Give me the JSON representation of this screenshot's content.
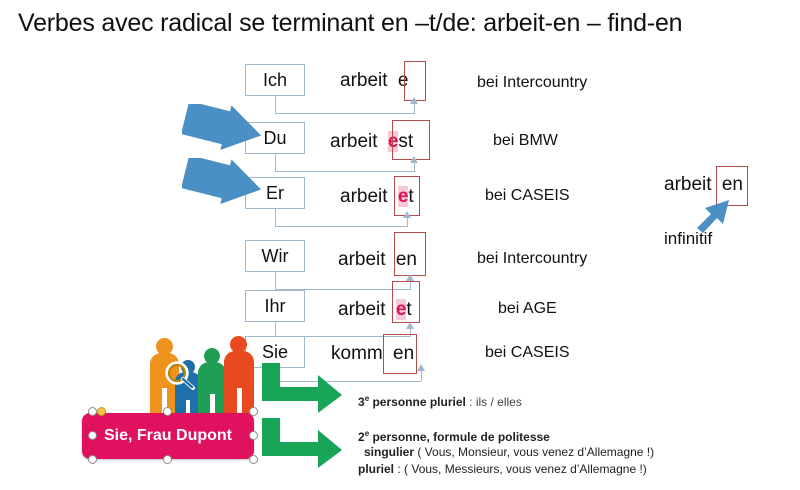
{
  "slide": {
    "title": "Verbes avec radical se terminant en –t/de: arbeit-en – find-en",
    "background": "#ffffff"
  },
  "colors": {
    "pronoun_border": "#9fb8cd",
    "red_box": "#b24a45",
    "pink_accent": "#e0115f",
    "blue_arrow": "#4a90c4",
    "green_arrow": "#18a558",
    "callout_fill": "#e0115f"
  },
  "conjugation": {
    "rows": [
      {
        "pronoun": "Ich",
        "stem": "arbeit",
        "ending": "e",
        "ending_style": "plain",
        "company": "bei Intercountry"
      },
      {
        "pronoun": "Du",
        "stem": "arbeit",
        "ending": "est",
        "ending_style": "pink-e",
        "company": "bei BMW"
      },
      {
        "pronoun": "Er",
        "stem": "arbeit",
        "ending": "et",
        "ending_style": "pink-e",
        "company": "bei CASEIS"
      },
      {
        "pronoun": "Wir",
        "stem": "arbeit",
        "ending": "en",
        "ending_style": "plain",
        "company": "bei Intercountry"
      },
      {
        "pronoun": "Ihr",
        "stem": "arbeit",
        "ending": "et",
        "ending_style": "pink-e",
        "company": "bei AGE"
      },
      {
        "pronoun": "Sie",
        "stem": "komm",
        "ending": "en",
        "ending_style": "plain",
        "company": "bei CASEIS"
      }
    ]
  },
  "infinitive": {
    "stem": "arbeit",
    "ending": "en",
    "label": "infinitif"
  },
  "callout": {
    "text": "Sie, Frau Dupont"
  },
  "notes": {
    "line1_bold": "3e personne pluriel",
    "line1_rest": " : ils / elles",
    "line2_bold": "2e personne, formule de politesse",
    "line3_bold": "singulier",
    "line3_rest": " ( Vous, Monsieur, vous venez d’Allemagne !)",
    "line4_bold": "pluriel",
    "line4_rest": " : ( Vous, Messieurs, vous venez d’Allemagne !)"
  },
  "icons": {
    "blue_arrow_1": "block-arrow-right-down-icon",
    "blue_arrow_2": "block-arrow-right-down-icon",
    "blue_arrow_inf": "arrow-up-right-icon",
    "green_arrow_1": "elbow-arrow-right-icon",
    "green_arrow_2": "elbow-arrow-right-icon",
    "people": "people-group-icon",
    "magnifier": "magnifier-icon"
  }
}
